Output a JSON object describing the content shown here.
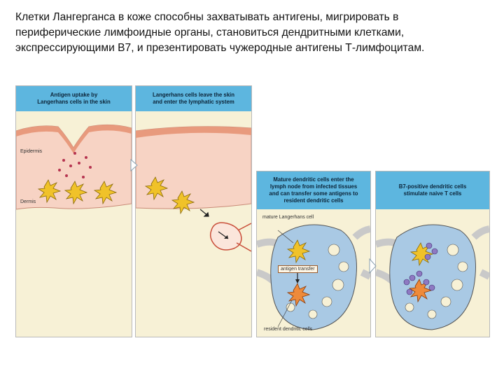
{
  "caption": {
    "line1": "Клетки Лангерганса в коже способны захватывать антигены, мигрировать в",
    "line2": "периферические лимфоидные органы, становиться дендритными клетками,",
    "line3": "экспрессирующими B7, и презентировать чужеродные антигены Т-лимфоцитам."
  },
  "panels": [
    {
      "title_l1": "Antigen uptake by",
      "title_l2": "Langerhans cells in the skin",
      "title_l3": ""
    },
    {
      "title_l1": "Langerhans cells leave the skin",
      "title_l2": "and enter the lymphatic system",
      "title_l3": ""
    },
    {
      "title_l1": "Mature dendritic cells enter the",
      "title_l2": "lymph node from infected tissues",
      "title_l3": "and can transfer some antigens to",
      "title_l4": "resident dendritic cells"
    },
    {
      "title_l1": "B7-positive dendritic cells",
      "title_l2": "stimulate naive T cells",
      "title_l3": ""
    }
  ],
  "labels": {
    "epidermis": "Epidermis",
    "dermis": "Dermis",
    "mature_cell": "mature Langerhans cell",
    "antigen_transfer": "antigen transfer",
    "resident_cell": "resident dendritic cells"
  },
  "colors": {
    "header": "#5db6df",
    "epidermis": "#f7d3c4",
    "dermis": "#f7f1d6",
    "skin_top": "#e89a7d",
    "lymph_node": "#a9c9e4",
    "cell": "#f0c229",
    "resident_cell": "#ee8a3a",
    "tcell": "#8e79c2",
    "antigen": "#b5334f"
  }
}
